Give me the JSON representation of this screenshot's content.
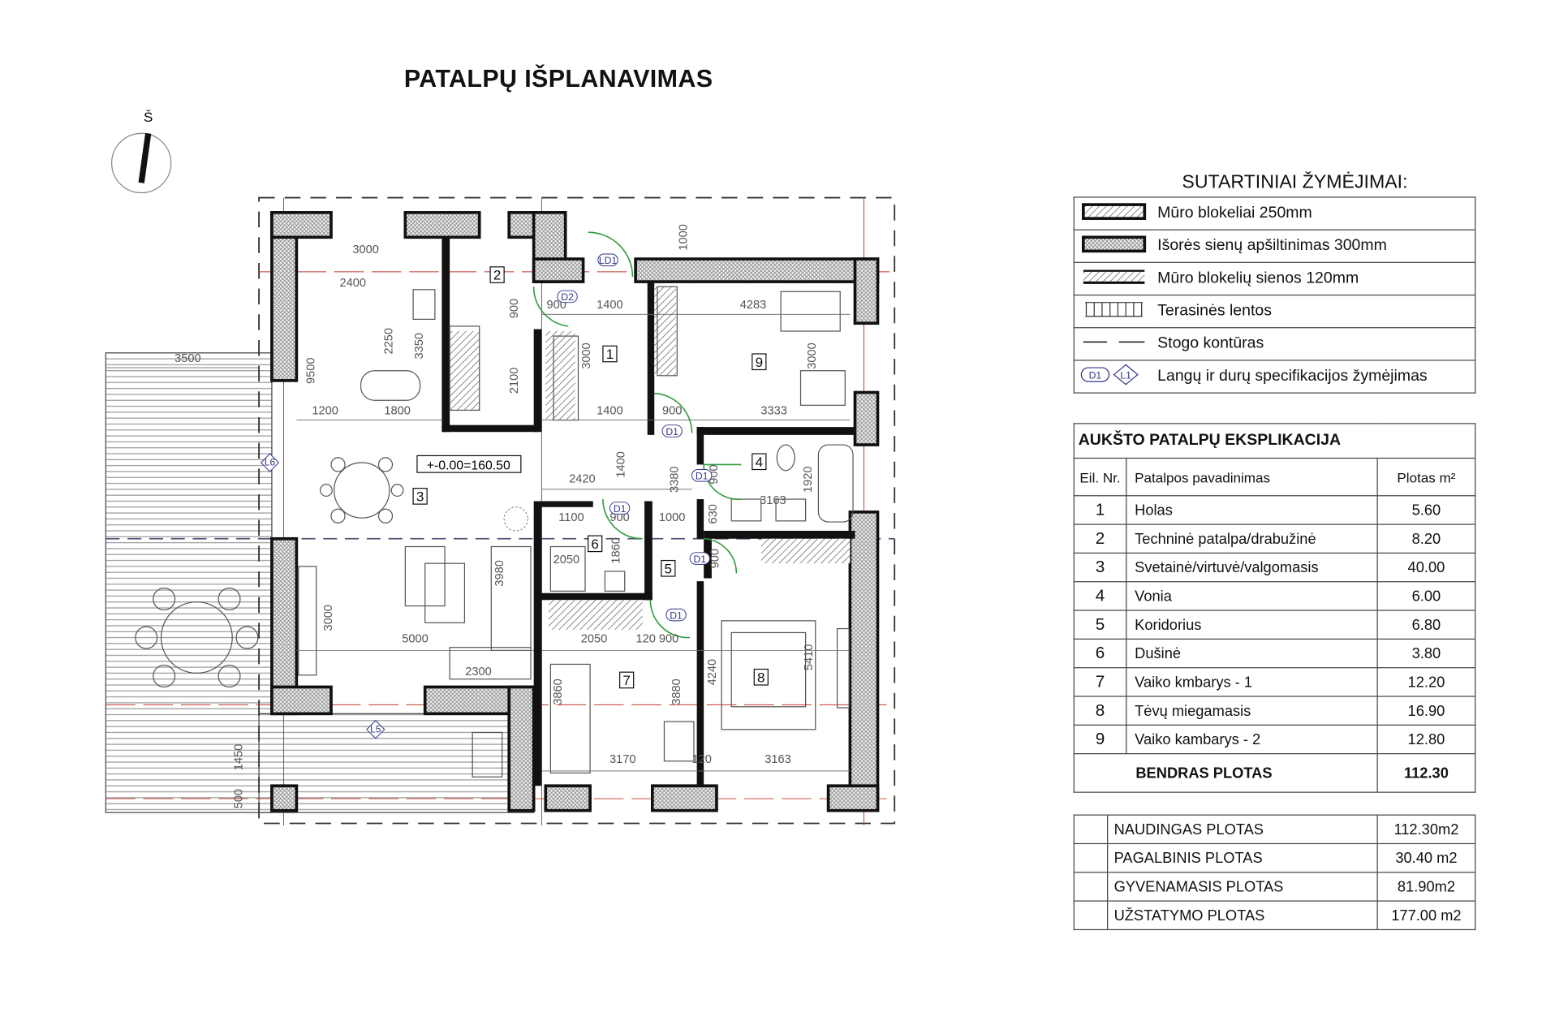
{
  "title": "PATALPŲ  IŠPLANAVIMAS",
  "north_label": "Š",
  "legend": {
    "title": "SUTARTINIAI ŽYMĖJIMAI:",
    "items": [
      {
        "icon": "wall-250-hatch",
        "label": "Mūro blokeliai 250mm"
      },
      {
        "icon": "insulation-crosshatch",
        "label": "Išorės sienų apšiltinimas 300mm"
      },
      {
        "icon": "wall-120-hatch",
        "label": "Mūro blokelių sienos 120mm"
      },
      {
        "icon": "terrace-boards",
        "label": "Terasinės lentos"
      },
      {
        "icon": "roof-dashed-line",
        "label": "Stogo kontūras"
      },
      {
        "icon": "door-window-tags",
        "label": "Langų ir durų specifikacijos žymėjimas",
        "tag_door": "D1",
        "tag_window": "L1"
      }
    ]
  },
  "explication": {
    "title": "AUKŠTO PATALPŲ EKSPLIKACIJA",
    "headers": {
      "nr": "Eil. Nr.",
      "name": "Patalpos pavadinimas",
      "area": "Plotas m²"
    },
    "rows": [
      {
        "nr": "1",
        "name": "Holas",
        "area": "5.60"
      },
      {
        "nr": "2",
        "name": "Techninė patalpa/drabužinė",
        "area": "8.20"
      },
      {
        "nr": "3",
        "name": "Svetainė/virtuvė/valgomasis",
        "area": "40.00"
      },
      {
        "nr": "4",
        "name": "Vonia",
        "area": "6.00"
      },
      {
        "nr": "5",
        "name": "Koridorius",
        "area": "6.80"
      },
      {
        "nr": "6",
        "name": "Dušinė",
        "area": "3.80"
      },
      {
        "nr": "7",
        "name": "Vaiko kmbarys - 1",
        "area": "12.20"
      },
      {
        "nr": "8",
        "name": "Tėvų miegamasis",
        "area": "16.90"
      },
      {
        "nr": "9",
        "name": "Vaiko kambarys - 2",
        "area": "12.80"
      }
    ],
    "total_label": "BENDRAS PLOTAS",
    "total_value": "112.30"
  },
  "summary": [
    {
      "label": "NAUDINGAS PLOTAS",
      "value": "112.30m2"
    },
    {
      "label": "PAGALBINIS PLOTAS",
      "value": "30.40 m2"
    },
    {
      "label": "GYVENAMASIS PLOTAS",
      "value": "81.90m2"
    },
    {
      "label": "UŽSTATYMO PLOTAS",
      "value": "177.00 m2"
    }
  ],
  "plan": {
    "level_mark": "+-0.00=160.50",
    "room_numbers": [
      "1",
      "2",
      "3",
      "4",
      "5",
      "6",
      "7",
      "8",
      "9"
    ],
    "dimensions": [
      "3000",
      "2400",
      "3500",
      "9500",
      "2250",
      "3350",
      "900",
      "2100",
      "900",
      "1400",
      "1000",
      "4283",
      "3000",
      "3000",
      "1200",
      "1800",
      "1400",
      "900",
      "3333",
      "1400",
      "2420",
      "3380",
      "900",
      "1920",
      "3163",
      "1100",
      "900",
      "1000",
      "1860",
      "2050",
      "3980",
      "900",
      "3000",
      "5000",
      "2050",
      "120 900",
      "2300",
      "3880",
      "3860",
      "4240",
      "5410",
      "3170",
      "120",
      "3163",
      "1450",
      "500",
      "630"
    ],
    "door_tags": [
      "LD1",
      "D2",
      "D1",
      "D1",
      "D1",
      "D1",
      "D1"
    ],
    "window_tags": [
      "L6",
      "L5"
    ],
    "colors": {
      "walls": "#111111",
      "axis": "#c0392b",
      "doors": "#2e9b3a",
      "tags": "#33338a",
      "roof_line": "#555577"
    }
  }
}
